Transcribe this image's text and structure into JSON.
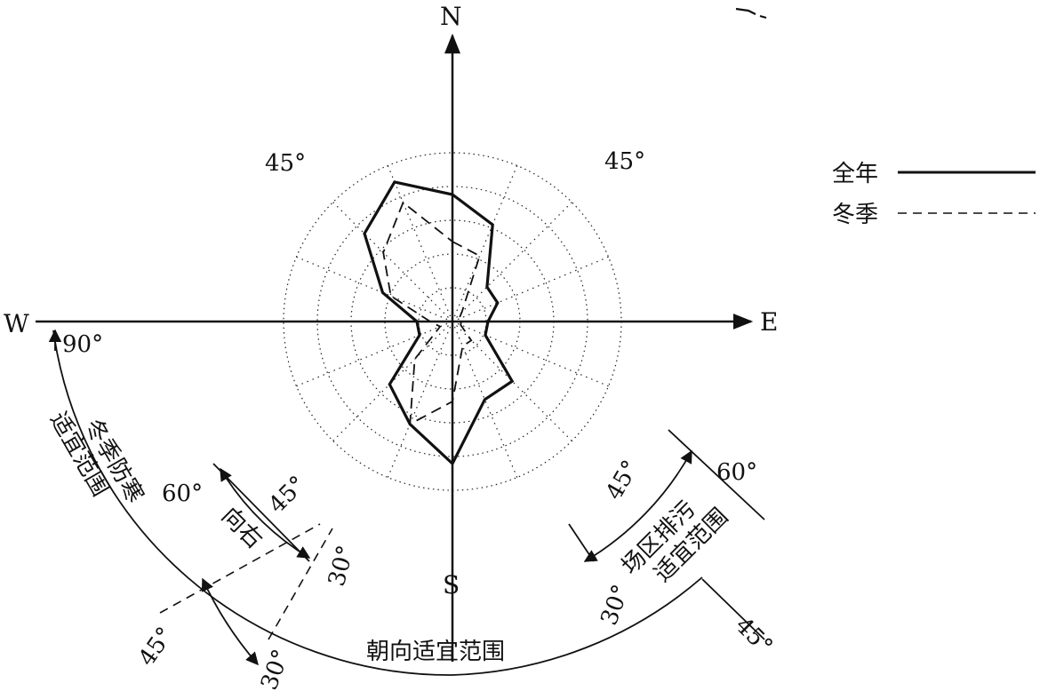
{
  "compass": {
    "north": "N",
    "south": "S",
    "east": "E",
    "west": "W"
  },
  "angles": {
    "nw_45": "45°",
    "ne_45": "45°",
    "w_90": "90°",
    "sw_60": "60°",
    "sw_45_inner": "45°",
    "sw_30": "30°",
    "sw_45_outer": "45°",
    "sw_30_outer": "30°",
    "se_45_inner": "45°",
    "se_60": "60°",
    "se_30": "30°",
    "se_45_outer": "45°"
  },
  "legend": {
    "annual": "全年",
    "winter": "冬季"
  },
  "ranges": {
    "winter_cold_protection": [
      "冬季防寒",
      "适宜范围"
    ],
    "orientation_right": [
      "向",
      "右"
    ],
    "orientation_suitable": "朝向适宜范围",
    "discharge": [
      "场区排污",
      "适宜范围"
    ]
  },
  "rose": {
    "ring_count": 5,
    "annual_lengths": [
      143,
      118,
      55,
      55,
      40,
      40,
      95,
      95,
      160,
      125,
      100,
      40,
      40,
      85,
      140,
      170
    ],
    "winter_lengths": [
      90,
      80,
      15,
      8,
      10,
      10,
      30,
      30,
      90,
      125,
      60,
      15,
      25,
      75,
      110,
      145
    ]
  }
}
